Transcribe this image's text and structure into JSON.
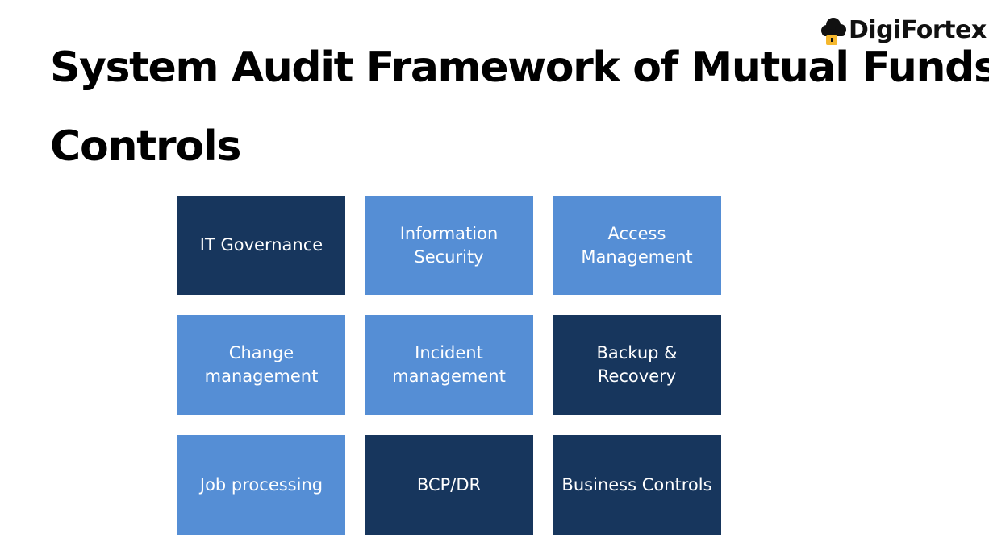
{
  "brand": {
    "name": "DigiFortex",
    "icon": "cloud-lock-icon"
  },
  "slide": {
    "title": "System Audit Framework of Mutual Funds",
    "subtitle": "Controls"
  },
  "colors": {
    "dark_tile": "#17365d",
    "light_tile": "#558ed5",
    "text_on_tile": "#ffffff",
    "lock_accent": "#f5b82e"
  },
  "controls": [
    {
      "label": "IT Governance",
      "tone": "dark"
    },
    {
      "label": "Information Security",
      "tone": "light"
    },
    {
      "label": "Access Management",
      "tone": "light"
    },
    {
      "label": "Change management",
      "tone": "light"
    },
    {
      "label": "Incident management",
      "tone": "light"
    },
    {
      "label": "Backup & Recovery",
      "tone": "dark"
    },
    {
      "label": "Job processing",
      "tone": "light"
    },
    {
      "label": "BCP/DR",
      "tone": "dark"
    },
    {
      "label": "Business Controls",
      "tone": "dark"
    }
  ]
}
